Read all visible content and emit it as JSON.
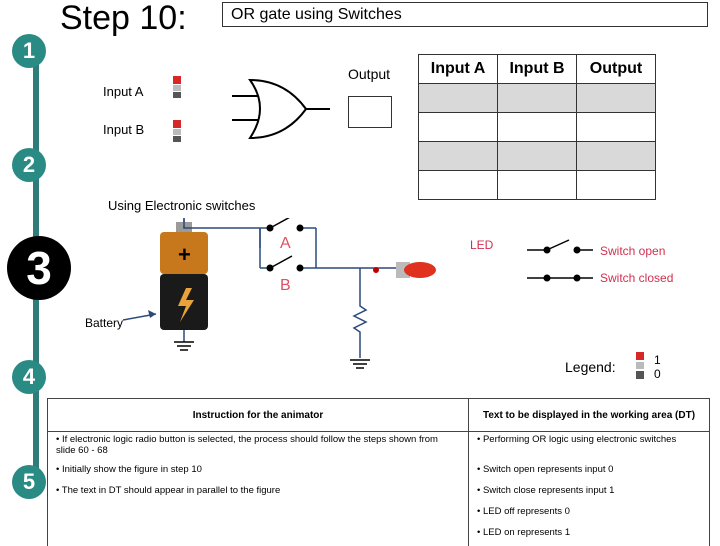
{
  "steps": [
    "1",
    "2",
    "3",
    "4",
    "5"
  ],
  "header": {
    "step_title": "Step 10:",
    "subtitle": "OR  gate using Switches"
  },
  "gate_area": {
    "input_a": "Input A",
    "input_b": "Input B",
    "output": "Output"
  },
  "truth_table": {
    "headers": [
      "Input A",
      "Input B",
      "Output"
    ],
    "rows": 4
  },
  "circuit": {
    "caption": "Using Electronic switches",
    "switch_a": "A",
    "switch_b": "B",
    "led": "LED",
    "battery": "Battery",
    "switch_open": "Switch open",
    "switch_closed": "Switch closed"
  },
  "legend": {
    "label": "Legend:",
    "top_value": "1",
    "bottom_value": "0"
  },
  "instructions": {
    "animator_header": "Instruction for the animator",
    "dt_header": "Text to be displayed in the working area (DT)",
    "animator_items": [
      "If electronic logic radio button is selected, the process should follow the steps shown from slide 60 - 68",
      "Initially show the figure in step 10",
      "The text in DT should appear  in parallel to the figure"
    ],
    "dt_items": [
      "Performing OR logic using electronic switches",
      "Switch open represents input 0",
      "Switch close represents input 1",
      "LED off represents 0",
      "LED on represents 1"
    ]
  },
  "colors": {
    "step_circle": "#2a8a84",
    "step_line": "#2f7d7a",
    "switch_red": "#d62828",
    "led_red": "#e0301e",
    "battery_orange": "#c7781c"
  }
}
